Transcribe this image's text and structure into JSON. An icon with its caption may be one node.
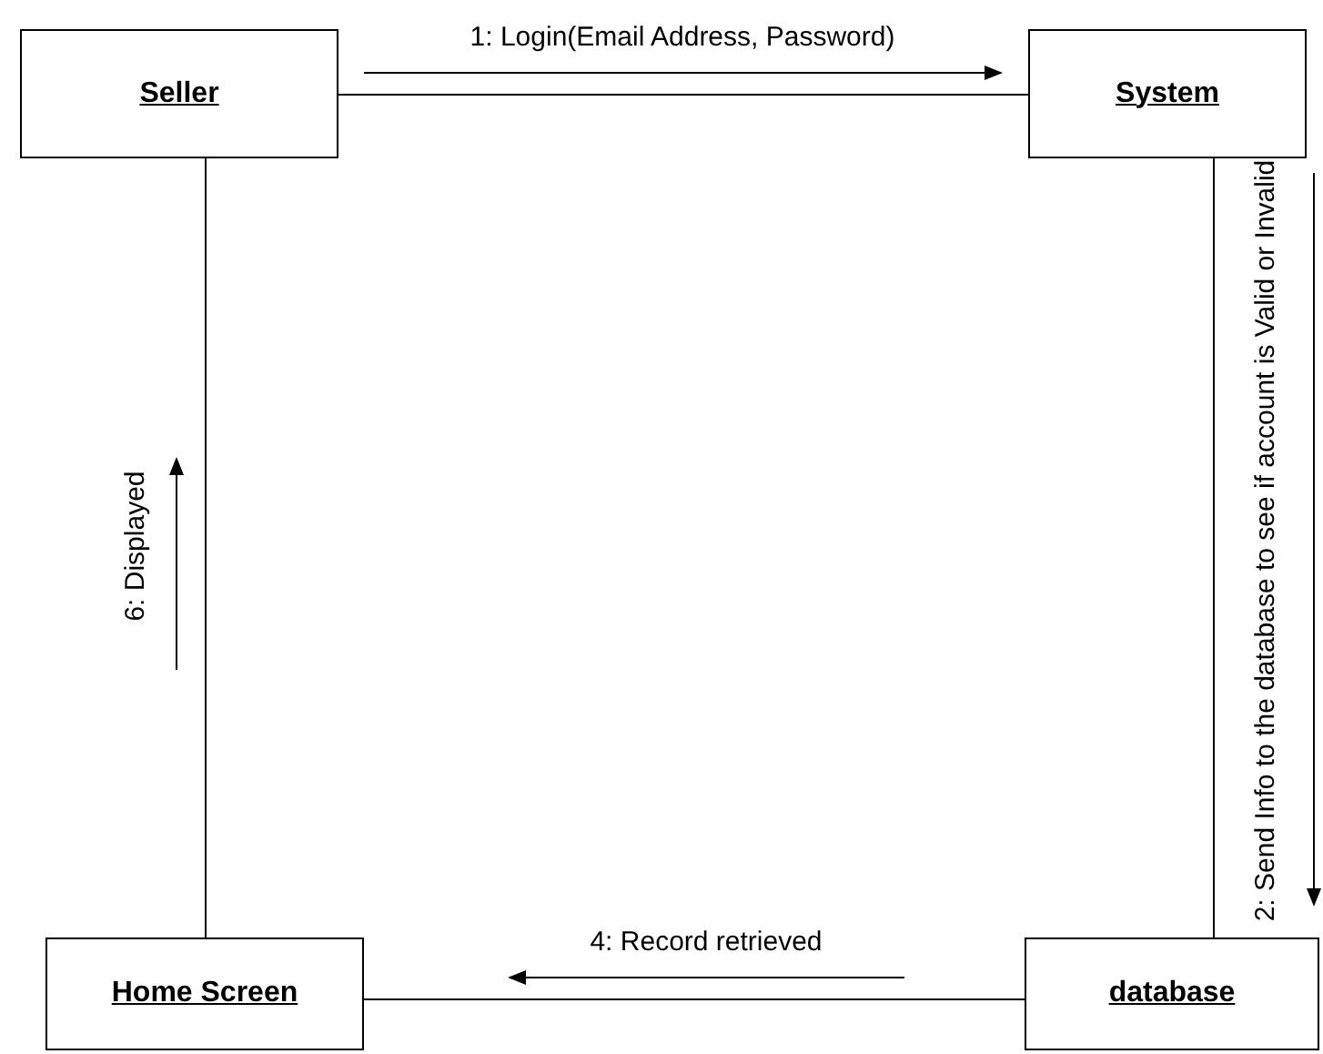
{
  "diagram": {
    "nodes": [
      {
        "text": [
          "Seller"
        ]
      },
      {
        "text": [
          "System"
        ]
      },
      {
        "text": [
          "Home Screen"
        ]
      },
      {
        "text": [
          "database"
        ]
      }
    ],
    "edges": [
      {
        "from": 0,
        "to": 1,
        "arrow": "none",
        "label": "1: Login(Email Address, Password)"
      },
      {
        "from": 1,
        "to": 3,
        "arrow": "none",
        "label": "2: Send Info to the database to see if account is Valid or Invalid"
      },
      {
        "from": 3,
        "to": 2,
        "arrow": "none",
        "label": "4: Record retrieved"
      },
      {
        "from": 2,
        "to": 0,
        "arrow": "none",
        "label": "6: Displayed"
      }
    ]
  }
}
